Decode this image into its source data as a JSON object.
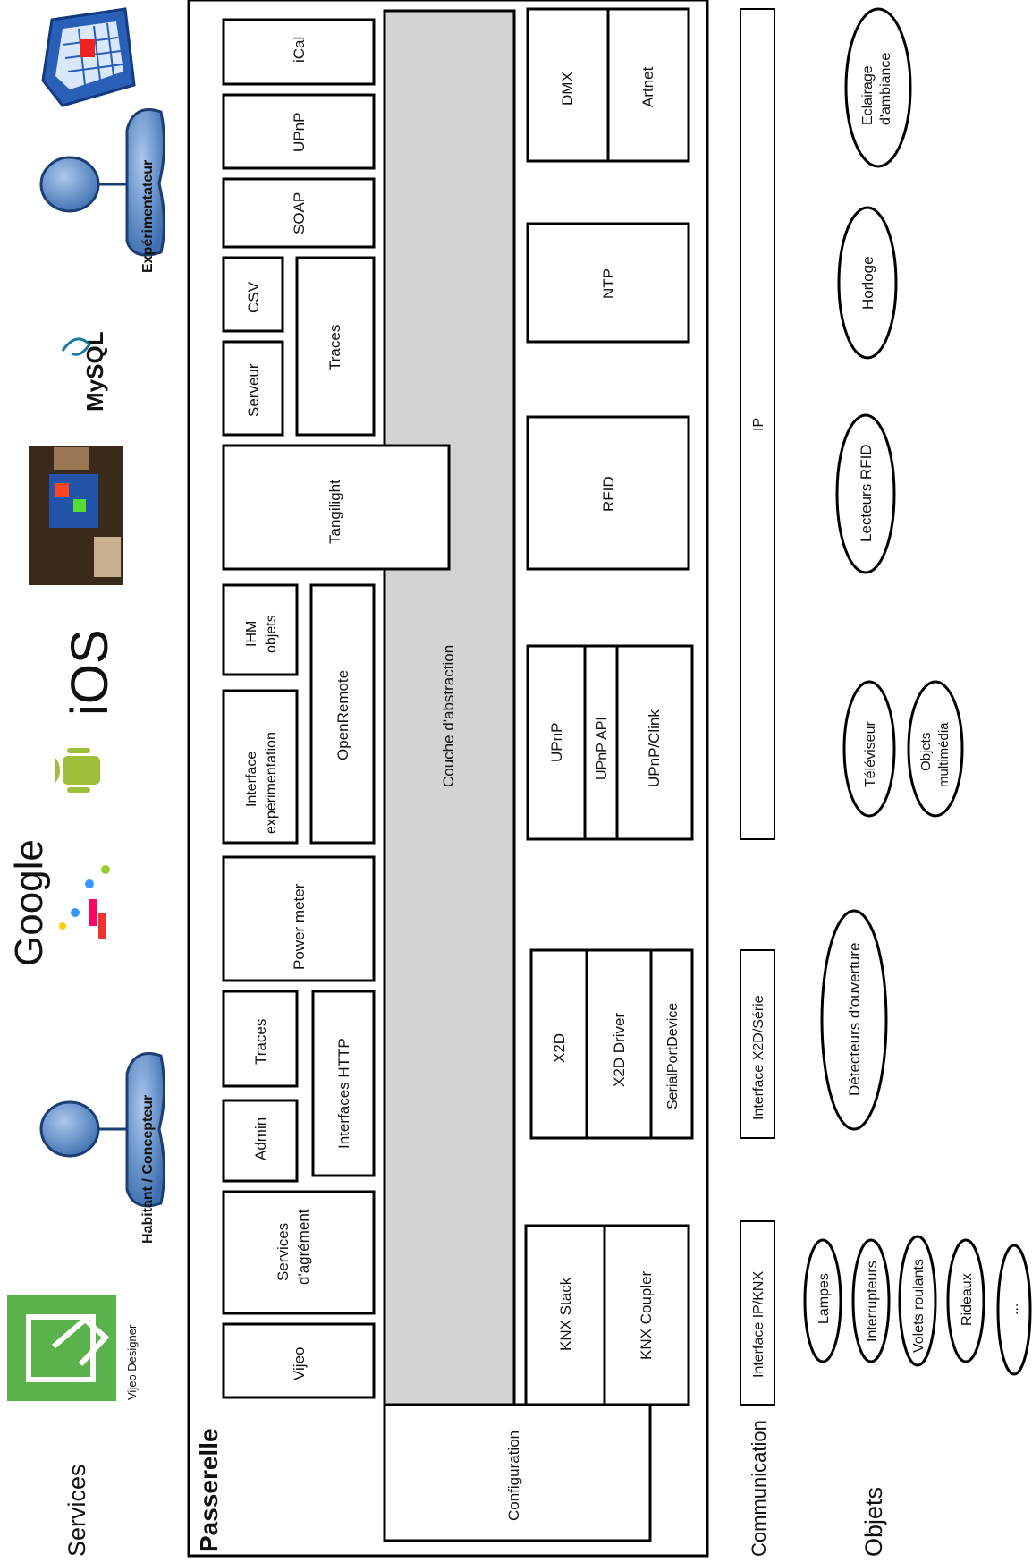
{
  "labels": {
    "services": "Services",
    "passerelle": "Passerelle",
    "communication": "Communication",
    "objets": "Objets"
  },
  "services_icons": {
    "vijeo_designer": "Vijeo Designer",
    "habitant": "Habitant / Concepteur",
    "google": "Google",
    "mysql": "MySQL",
    "experimentateur": "Expérimentateur"
  },
  "gateway": {
    "vijeo": "Vijeo",
    "services_agrement": [
      "Services",
      "d'agrément"
    ],
    "admin": "Admin",
    "traces_1": "Traces",
    "interfaces_http": "Interfaces HTTP",
    "power_meter": "Power meter",
    "interface_exp": [
      "Interface",
      "expérimentation"
    ],
    "ihm_objets": [
      "IHM",
      "objets"
    ],
    "openremote": "OpenRemote",
    "tangilight": "Tangilight",
    "serveur": "Serveur",
    "csv": "CSV",
    "traces_2": "Traces",
    "soap": "SOAP",
    "upnp_top": "UPnP",
    "ical": "iCal",
    "couche": "Couche d'abstraction",
    "configuration": "Configuration",
    "knx_stack": "KNX Stack",
    "knx_coupler": "KNX Coupler",
    "x2d": "X2D",
    "x2d_driver": "X2D Driver",
    "serialport": "SerialPortDevice",
    "upnp": "UPnP",
    "upnp_api": "UPnP API",
    "upnp_clink": "UPnP/Clink",
    "rfid": "RFID",
    "ntp": "NTP",
    "dmx": "DMX",
    "artnet": "Artnet"
  },
  "communication": {
    "ip_knx": "Interface IP/KNX",
    "x2d_serie": "Interface X2D/Série",
    "ip": "IP"
  },
  "objets": {
    "lampes": "Lampes",
    "interrupteurs": "Interrupteurs",
    "volets": "Volets roulants",
    "rideaux": "Rideaux",
    "etc": "...",
    "detecteurs": "Détecteurs d'ouverture",
    "televiseur": "Téléviseur",
    "multimedia": [
      "Objets",
      "multimédia"
    ],
    "lecteurs_rfid": "Lecteurs RFID",
    "horloge": "Horloge",
    "eclairage": [
      "Eclairage",
      "d'ambiance"
    ]
  },
  "colors": {
    "abstraction_fill": "#d3d3d3",
    "vijeo_green": "#59b24a",
    "person_blue": "#5f8fc6",
    "android_green": "#9dbf3c"
  }
}
